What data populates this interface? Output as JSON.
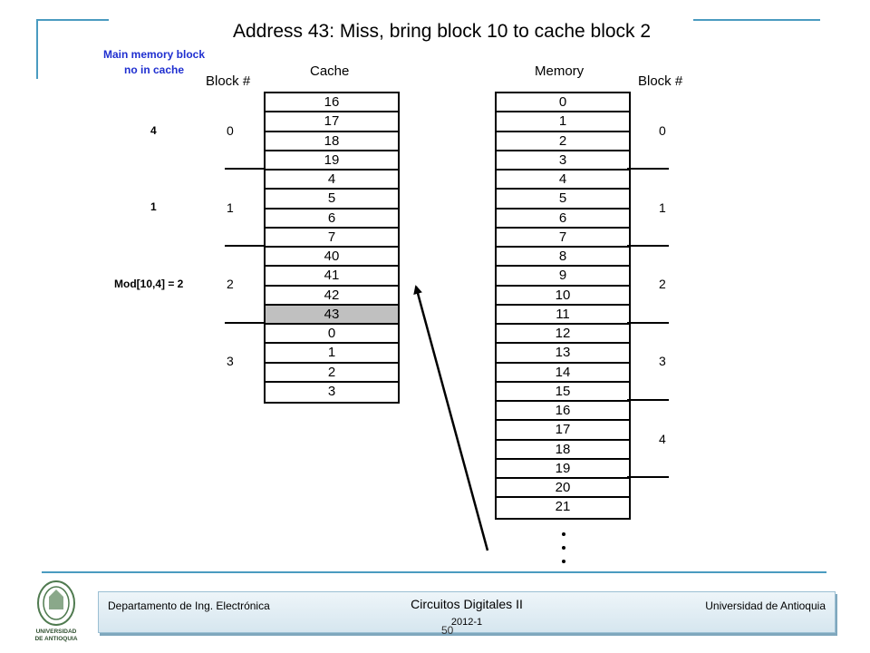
{
  "title": "Address 43: Miss, bring block 10 to cache block 2",
  "left_header": "Main memory block no in cache",
  "left_values": [
    {
      "text": "4",
      "color": "#1f2fd0"
    },
    {
      "text": "1",
      "color": "#1f2fd0"
    },
    {
      "text": "Mod[10,4] = 2",
      "color": "#1f7a1f"
    }
  ],
  "cache": {
    "block_header": "Block #",
    "column_header": "Cache",
    "block_labels": [
      "0",
      "1",
      "2",
      "3"
    ],
    "cells": [
      "16",
      "17",
      "18",
      "19",
      "4",
      "5",
      "6",
      "7",
      "40",
      "41",
      "42",
      "43",
      "0",
      "1",
      "2",
      "3"
    ],
    "highlight_value": "43"
  },
  "memory": {
    "column_header": "Memory",
    "block_header": "Block #",
    "block_labels": [
      "0",
      "1",
      "2",
      "3",
      "4"
    ],
    "cells": [
      "0",
      "1",
      "2",
      "3",
      "4",
      "5",
      "6",
      "7",
      "8",
      "9",
      "10",
      "11",
      "12",
      "13",
      "14",
      "15",
      "16",
      "17",
      "18",
      "19",
      "20",
      "21"
    ]
  },
  "colors": {
    "accent": "#4a9bc0",
    "highlight": "#c0c0c0"
  },
  "footer": {
    "left": "Departamento de Ing. Electrónica",
    "center": "Circuitos Digitales II",
    "year": "2012-1",
    "right": "Universidad de Antioquia",
    "page": "50"
  },
  "logo_text": [
    "UNIVERSIDAD",
    "DE ANTIOQUIA"
  ]
}
